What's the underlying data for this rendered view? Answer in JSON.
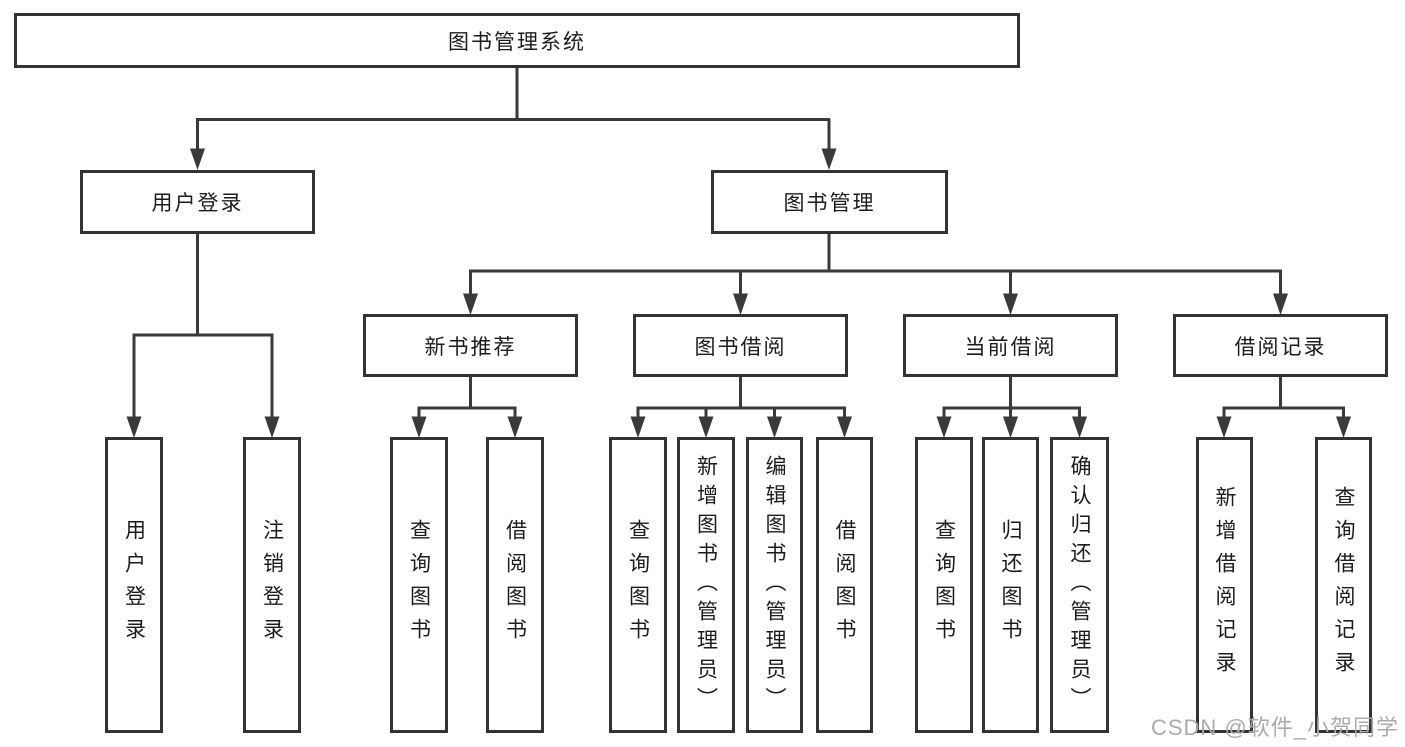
{
  "diagram": {
    "root": {
      "label": "图书管理系统"
    },
    "level2": [
      {
        "label": "用户登录"
      },
      {
        "label": "图书管理"
      }
    ],
    "login_children": [
      {
        "label": "用户登录"
      },
      {
        "label": "注销登录"
      }
    ],
    "modules": [
      {
        "label": "新书推荐",
        "children": [
          {
            "label": "查询图书"
          },
          {
            "label": "借阅图书"
          }
        ]
      },
      {
        "label": "图书借阅",
        "children": [
          {
            "label": "查询图书"
          },
          {
            "label": "新增图书（管理员）"
          },
          {
            "label": "编辑图书（管理员）"
          },
          {
            "label": "借阅图书"
          }
        ]
      },
      {
        "label": "当前借阅",
        "children": [
          {
            "label": "查询图书"
          },
          {
            "label": "归还图书"
          },
          {
            "label": "确认归还（管理员）"
          }
        ]
      },
      {
        "label": "借阅记录",
        "children": [
          {
            "label": "新增借阅记录"
          },
          {
            "label": "查询借阅记录"
          }
        ]
      }
    ]
  },
  "watermark": {
    "text": "CSDN @软件_小贺同学"
  },
  "colors": {
    "line": "#3a3a3a",
    "box_border": "#333333",
    "text": "#1c1c1c",
    "watermark": "#ababab",
    "background": "#ffffff"
  }
}
